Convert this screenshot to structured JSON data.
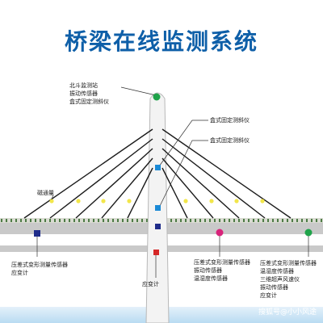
{
  "title": "桥梁在线监测系统",
  "labels": {
    "tower_top": [
      "北斗监测站",
      "振动传感器",
      "盒式固定测斜仪"
    ],
    "inclinometer_1": "盒式固定测斜仪",
    "inclinometer_2": "盒式固定测斜仪",
    "magnetic_flux": "磁通量",
    "deck_left": [
      "压差式变形测量传感器",
      "应变计"
    ],
    "tower_bottom": "应变计",
    "deck_mid": [
      "压差式变形测量传感器",
      "振动传感器",
      "温湿度传感器"
    ],
    "deck_right": [
      "压差式变形测量传感器",
      "温湿度传感器",
      "三维超声风速仪",
      "振动传感器",
      "应变计"
    ]
  },
  "watermark": "搜狐号@小小风途",
  "colors": {
    "title": "#0e5fa8",
    "tower": "#f4f4f4",
    "deck_top": "#c8c8c8",
    "cable": "#1b1b1b",
    "green_sensor": "#1fa34a",
    "blue_sensor": "#1b8ad6",
    "navy_sensor": "#1f2c8a",
    "magenta_sensor": "#d8237a",
    "red_sensor": "#d62828",
    "yellow_sensor": "#f2e64a",
    "water": "#cfe5f5"
  }
}
